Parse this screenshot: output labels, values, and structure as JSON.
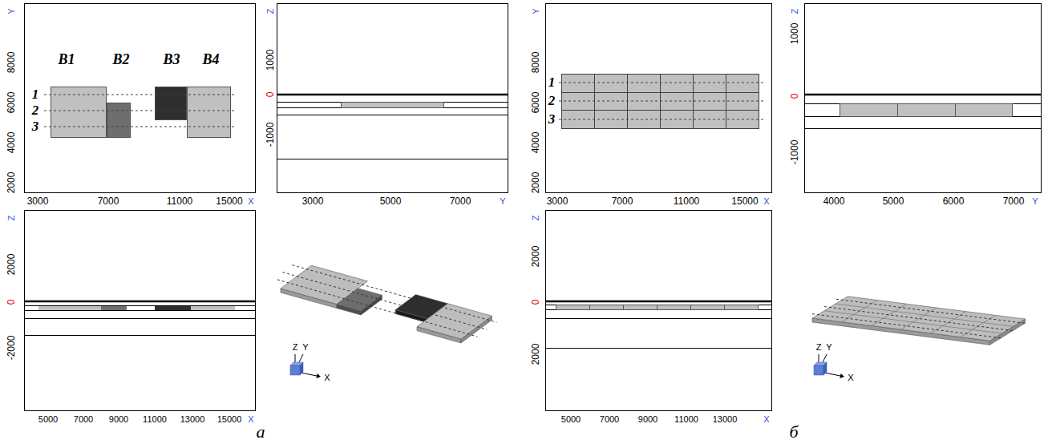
{
  "diagram": {
    "nodes": [
      {
        "text": [
          "B1"
        ]
      },
      {
        "text": [
          "B2"
        ]
      },
      {
        "text": [
          "B3"
        ]
      },
      {
        "text": [
          "B4"
        ]
      }
    ],
    "labels": [
      "Y",
      "2000",
      "4000",
      "6000",
      "8000",
      "1",
      "2",
      "3",
      "3000",
      "7000",
      "11000",
      "15000",
      "X",
      "Z",
      "1000",
      "0",
      "-1000",
      "3000",
      "5000",
      "7000",
      "Y",
      "Y",
      "2000",
      "4000",
      "6000",
      "8000",
      "1",
      "2",
      "3",
      "3000",
      "7000",
      "11000",
      "15000",
      "X",
      "Z",
      "1000",
      "0",
      "-1000",
      "4000",
      "5000",
      "6000",
      "7000",
      "Y",
      "Z",
      "2000",
      "0",
      "-2000",
      "5000",
      "7000",
      "9000",
      "11000",
      "13000",
      "15000",
      "X",
      "Z",
      "Y",
      "X",
      "Z",
      "2000",
      "0",
      "2000",
      "5000",
      "7000",
      "9000",
      "11000",
      "13000",
      "X",
      "Z",
      "Y",
      "X",
      "а",
      "б"
    ]
  }
}
